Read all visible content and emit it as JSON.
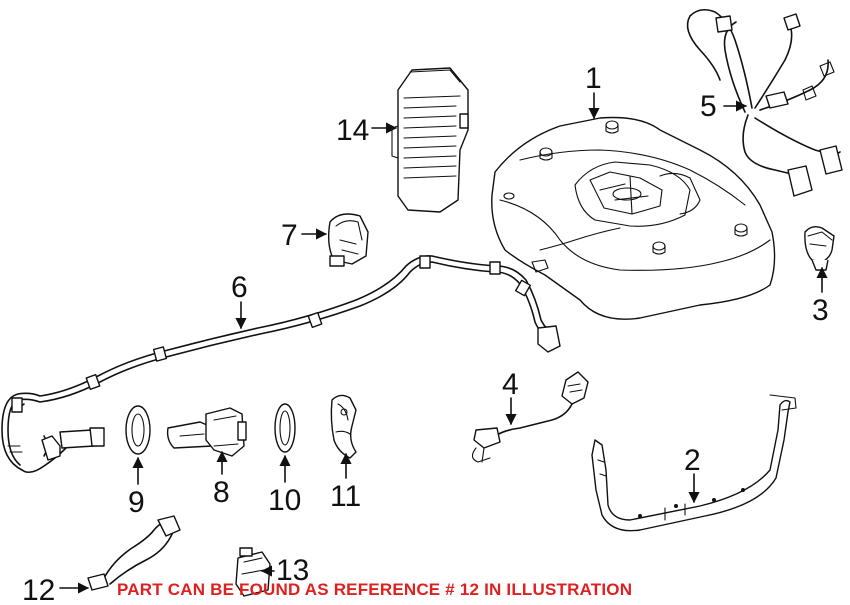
{
  "callouts": [
    "1",
    "2",
    "3",
    "4",
    "5",
    "6",
    "7",
    "8",
    "9",
    "10",
    "11",
    "12",
    "13",
    "14"
  ],
  "note": "PART CAN BE FOUND AS REFERENCE # 12 IN ILLUSTRATION",
  "colors": {
    "line": "#111111",
    "note": "#e02020",
    "background": "#ffffff"
  }
}
